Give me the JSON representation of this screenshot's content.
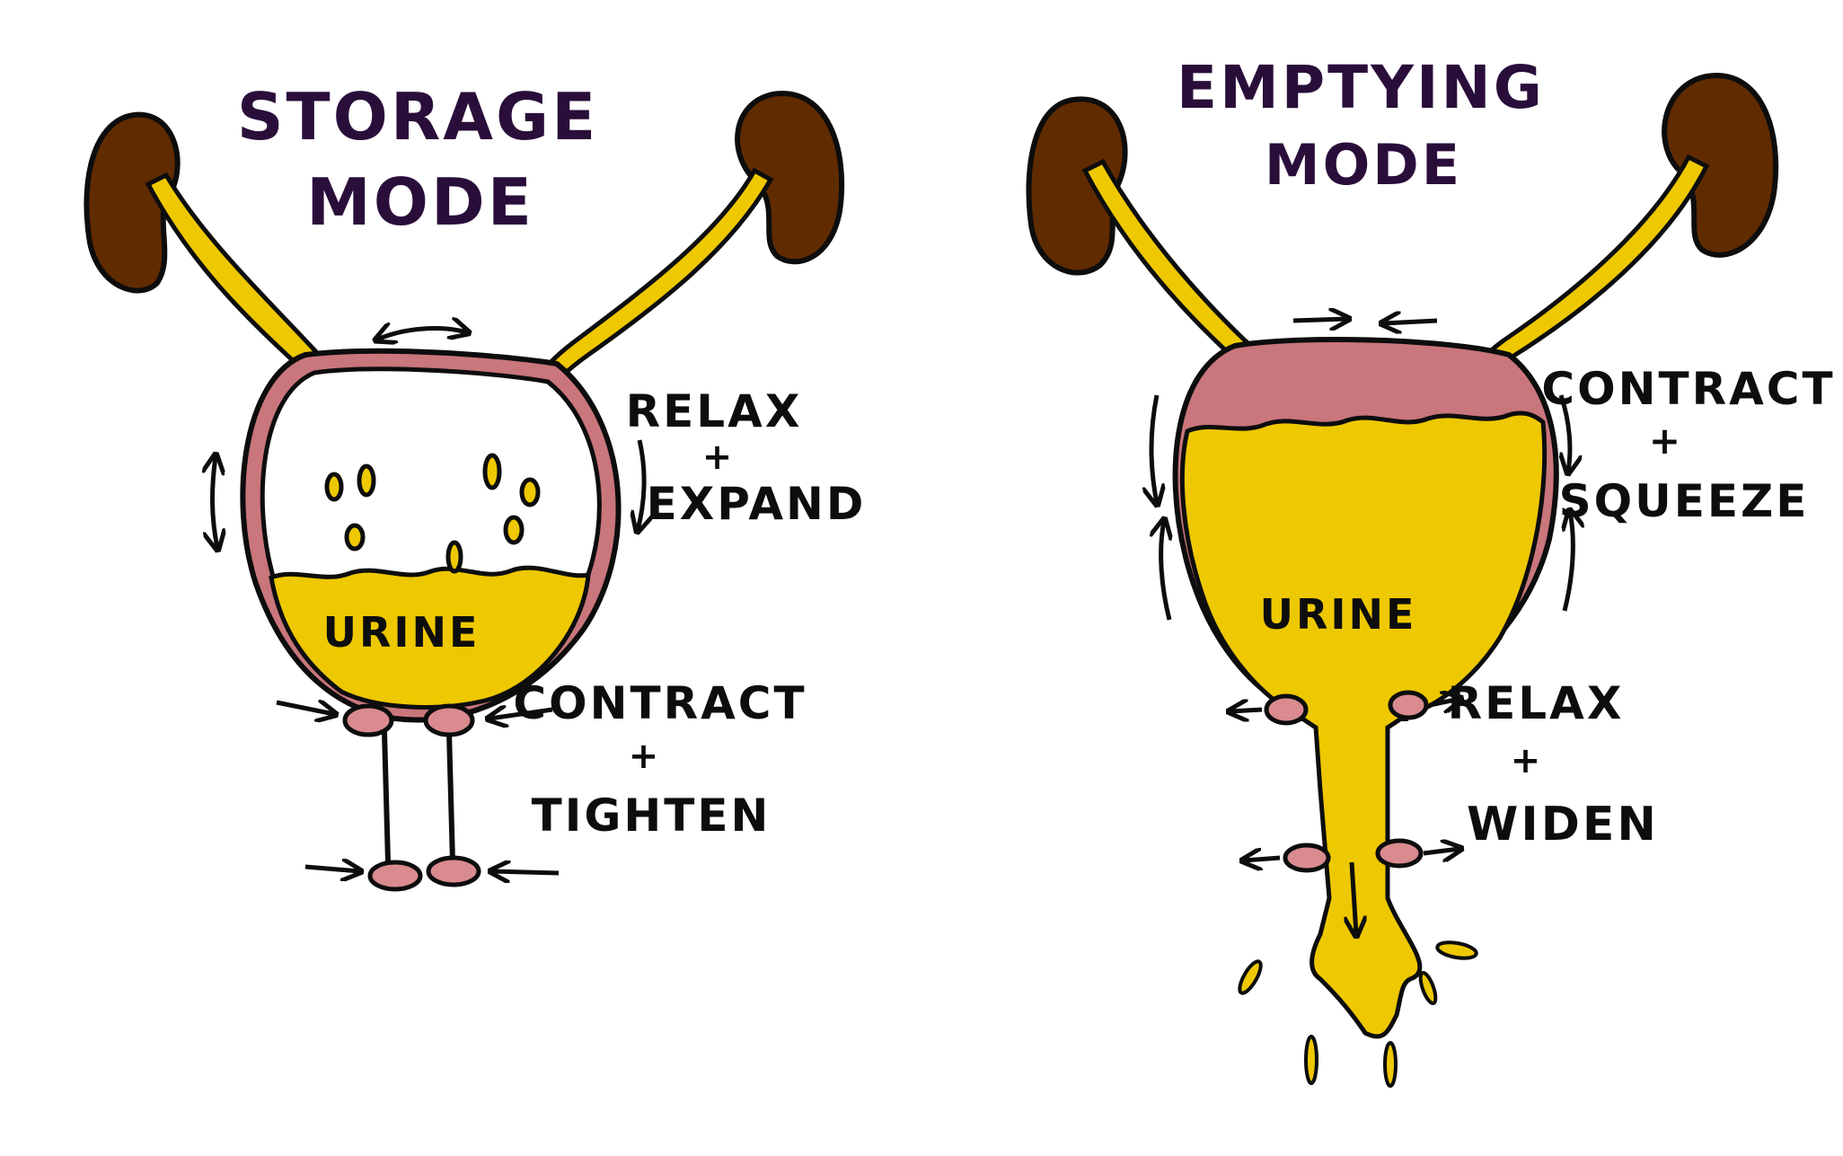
{
  "colors": {
    "background": "#ffffff",
    "ink": "#0d0d0d",
    "title_ink": "#2a0e3a",
    "kidney": "#612b00",
    "urine": "#eec800",
    "bladder_wall": "#c9767c",
    "sphincter": "#d98b8f"
  },
  "storage": {
    "title_line1": "STORAGE",
    "title_line2": "MODE",
    "urine_label": "URINE",
    "wall_line1": "RELAX",
    "wall_line2": "+",
    "wall_line3": "EXPAND",
    "sphincter_line1": "CONTRACT",
    "sphincter_line2": "+",
    "sphincter_line3": "TIGHTEN"
  },
  "emptying": {
    "title_line1": "EMPTYING",
    "title_line2": "MODE",
    "urine_label": "URINE",
    "wall_line1": "CONTRACT",
    "wall_line2": "+",
    "wall_line3": "SQUEEZE",
    "sphincter_line1": "RELAX",
    "sphincter_line2": "+",
    "sphincter_line3": "WIDEN"
  },
  "icons": [
    "kidney-icon",
    "ureter-icon",
    "bladder-icon",
    "sphincter-icon",
    "arrow-icon",
    "urine-drop-icon"
  ]
}
